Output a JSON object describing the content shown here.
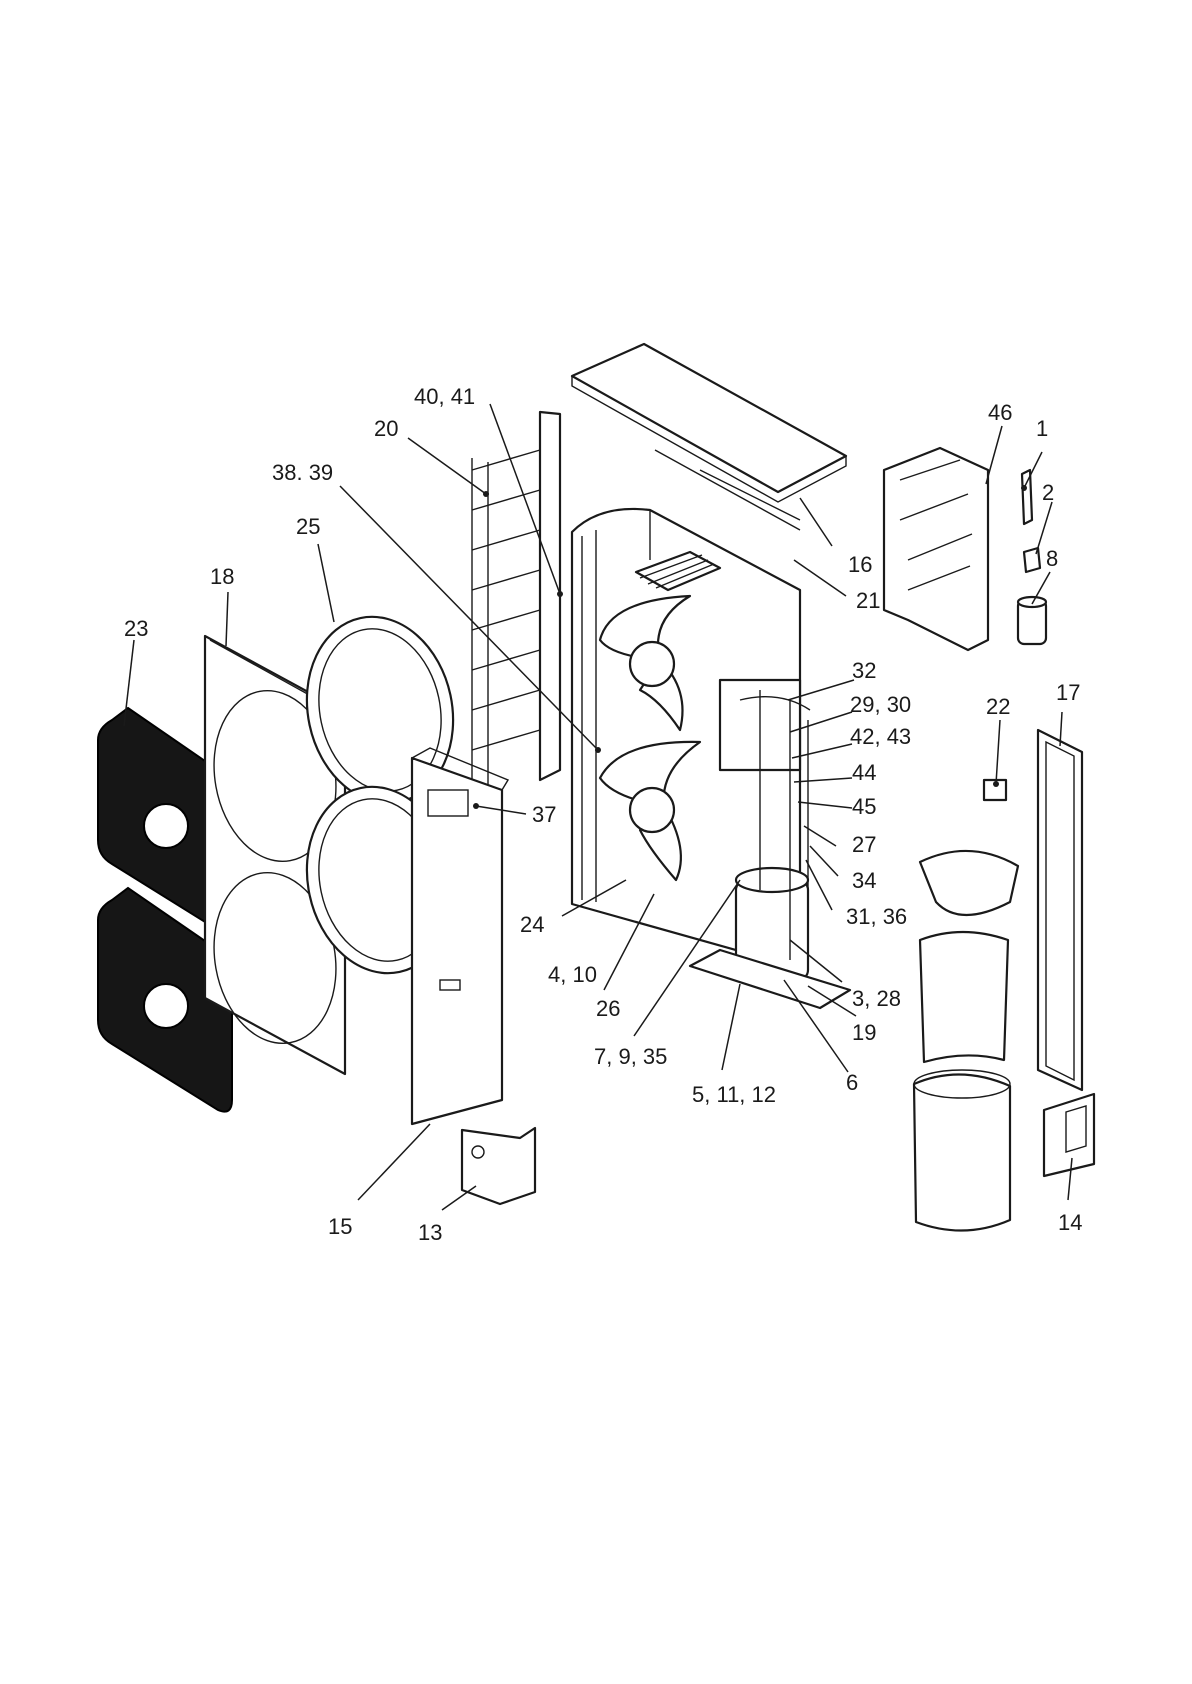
{
  "callouts": {
    "c1": "1",
    "c2": "2",
    "c8": "8",
    "c46": "46",
    "c40_41": "40, 41",
    "c20": "20",
    "c38_39": "38. 39",
    "c25": "25",
    "c18": "18",
    "c23": "23",
    "c16": "16",
    "c21": "21",
    "c32": "32",
    "c29_30": "29, 30",
    "c42_43": "42, 43",
    "c44": "44",
    "c45": "45",
    "c27": "27",
    "c34": "34",
    "c31_36": "31, 36",
    "c22": "22",
    "c17": "17",
    "c37": "37",
    "c24": "24",
    "c4_10": "4, 10",
    "c26": "26",
    "c7_9_35": "7, 9, 35",
    "c3_28": "3, 28",
    "c19": "19",
    "c6": "6",
    "c5_11_12": "5, 11, 12",
    "c15": "15",
    "c13": "13",
    "c14": "14"
  }
}
